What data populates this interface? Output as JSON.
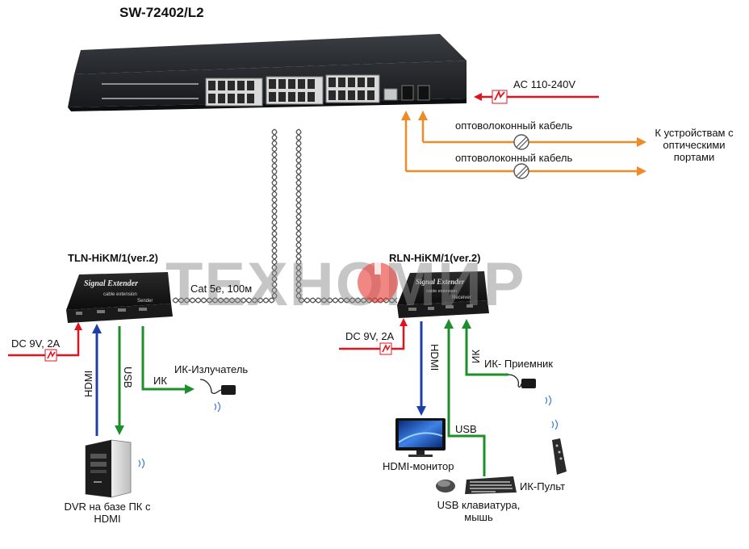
{
  "title": "SW-72402/L2",
  "switch": {
    "power_label": "AC 110-240V",
    "fiber_label_1": "оптоволоконный кабель",
    "fiber_label_2": "оптоволоконный кабель",
    "destination_label": "К устройствам с оптическими портами"
  },
  "transmitter": {
    "model": "TLN-HiKM/1(ver.2)",
    "face_title": "Signal Extender",
    "face_sub": "cable extension",
    "face_mode": "Sender",
    "power_label": "DC 9V, 2A",
    "hdmi_label": "HDMI",
    "usb_label": "USB",
    "ir_label": "ИК",
    "ir_device": "ИК-Излучатель",
    "pc_label": "DVR на базе ПК с HDMI"
  },
  "receiver": {
    "model": "RLN-HiKM/1(ver.2)",
    "face_title": "Signal Extender",
    "face_sub": "cable extension",
    "face_mode": "Receiver",
    "power_label": "DC 9V, 2A",
    "hdmi_label": "HDMI",
    "ir_label": "ИК",
    "ir_device": "ИК- Приемник",
    "usb_label": "USB",
    "monitor_label": "HDMI-монитор",
    "keyboard_label": "USB клавиатура, мышь",
    "remote_label": "ИК-Пульт"
  },
  "cable_label": "Cat 5e, 100м",
  "watermark": "ТЕХНОМИР",
  "colors": {
    "power_red": "#e0141e",
    "fiber_orange": "#f08a24",
    "hdmi_blue": "#1f3fa8",
    "usb_green": "#1d8f2a",
    "watermark_gray": "#8c8c8c",
    "watermark_red": "#e5322d"
  }
}
